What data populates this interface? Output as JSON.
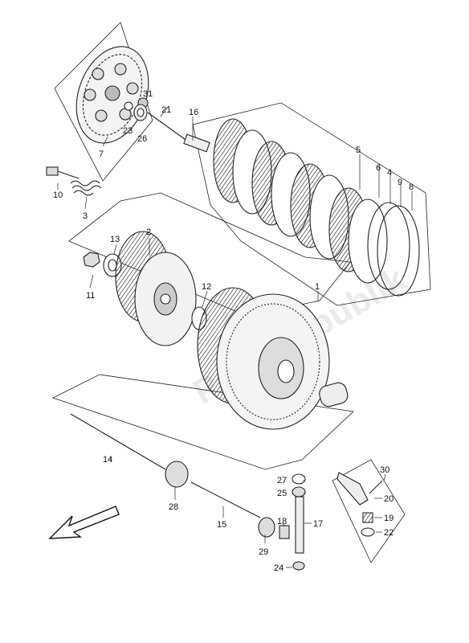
{
  "watermark": "PartsRepublik",
  "part_numbers": {
    "p1": "1",
    "p2": "2",
    "p3": "3",
    "p4": "4",
    "p5": "5",
    "p6": "6",
    "p7": "7",
    "p8": "8",
    "p9": "9",
    "p10": "10",
    "p11": "11",
    "p12": "12",
    "p13": "13",
    "p14": "14",
    "p15": "15",
    "p16": "16",
    "p17": "17",
    "p18": "18",
    "p19": "19",
    "p20": "20",
    "p21": "21",
    "p22": "22",
    "p23": "23",
    "p24": "24",
    "p25": "25",
    "p26": "26",
    "p27": "27",
    "p28": "28",
    "p29": "29",
    "p30": "30",
    "p31": "31"
  }
}
